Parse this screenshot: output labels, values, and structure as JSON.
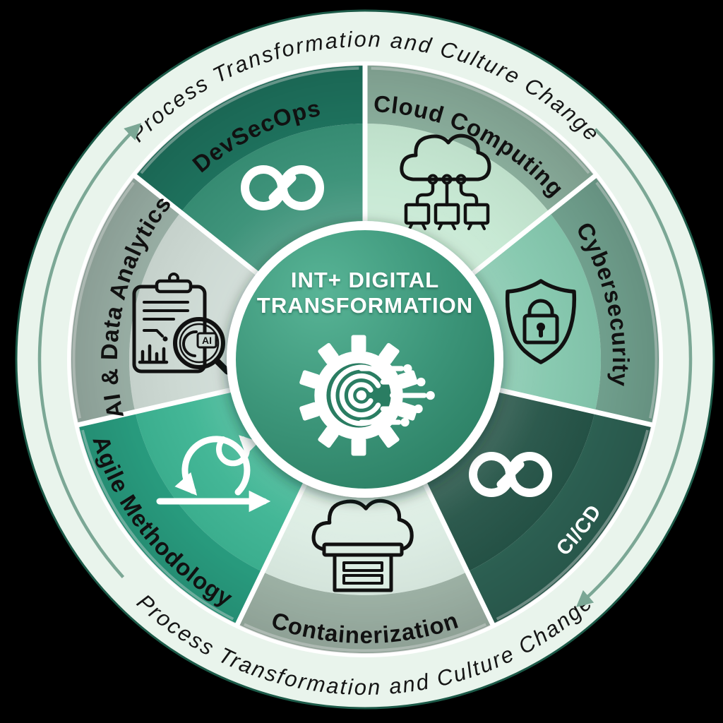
{
  "diagram": {
    "center": {
      "line1": "INT+ DIGITAL",
      "line2": "TRANSFORMATION",
      "icon": "gear-circuit-icon",
      "text_color": "#ffffff",
      "bg_from": "#58b496",
      "bg_mid": "#3c9579",
      "bg_to": "#2a7d62"
    },
    "ring": {
      "text_top": "Process Transformation and Culture Change",
      "text_bottom": "Process Transformation and Culture Change",
      "bg": "#e9f4ec",
      "edge": "#1c5a48",
      "arrow_color": "#7ba795",
      "text_color": "#151515"
    },
    "segments": [
      {
        "id": "cloud-computing",
        "label": "Cloud Computing",
        "icon": "cloud-network-icon",
        "band_color": "#8eb2a0",
        "inner_color": "#c5e8d2",
        "label_color": "#111111",
        "orientation": "dome"
      },
      {
        "id": "cybersecurity",
        "label": "Cybersecurity",
        "icon": "shield-lock-icon",
        "band_color": "#74a592",
        "inner_color": "#85c8ae",
        "label_color": "#111111",
        "orientation": "dome"
      },
      {
        "id": "ci-cd",
        "label": "CI/CD",
        "icon": "infinity-loop-icon",
        "band_color": "#2e6355",
        "inner_color": "#255447",
        "label_color": "#ffffff",
        "orientation": "bowl"
      },
      {
        "id": "containerization",
        "label": "Containerization",
        "icon": "cloud-container-icon",
        "band_color": "#a2b7aa",
        "inner_color": "#dcede3",
        "label_color": "#111111",
        "orientation": "bowl"
      },
      {
        "id": "agile-methodology",
        "label": "Agile Methodology",
        "icon": "agile-sprint-icon",
        "band_color": "#2aa183",
        "inner_color": "#3db593",
        "label_color": "#111111",
        "orientation": "bowl"
      },
      {
        "id": "ai-data-analytics",
        "label": "AI & Data Analytics",
        "icon": "clipboard-ai-icon",
        "band_color": "#9db3a9",
        "inner_color": "#ccd9d3",
        "label_color": "#111111",
        "orientation": "dome"
      },
      {
        "id": "devsecops",
        "label": "DevSecOps",
        "icon": "infinity-loop-icon",
        "band_color": "#1f7560",
        "inner_color": "#389076",
        "label_color": "#111111",
        "orientation": "dome"
      }
    ],
    "badges": {
      "ai": "AI"
    }
  }
}
